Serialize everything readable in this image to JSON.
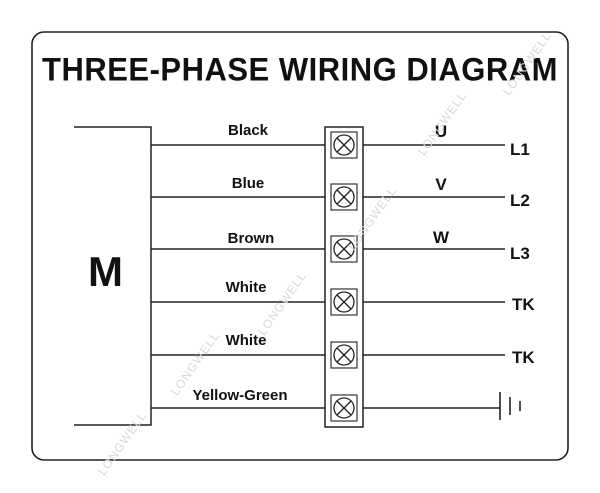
{
  "title": "THREE-PHASE WIRING DIAGRAM",
  "motor": {
    "label": "M"
  },
  "wires": [
    {
      "label": "Black",
      "phase": "U",
      "terminal": "L1"
    },
    {
      "label": "Blue",
      "phase": "V",
      "terminal": "L2"
    },
    {
      "label": "Brown",
      "phase": "W",
      "terminal": "L3"
    },
    {
      "label": "White",
      "phase": "",
      "terminal": "TK"
    },
    {
      "label": "White",
      "phase": "",
      "terminal": "TK"
    },
    {
      "label": "Yellow-Green",
      "phase": "",
      "terminal": "ground"
    }
  ],
  "watermark": "LONGWELL"
}
